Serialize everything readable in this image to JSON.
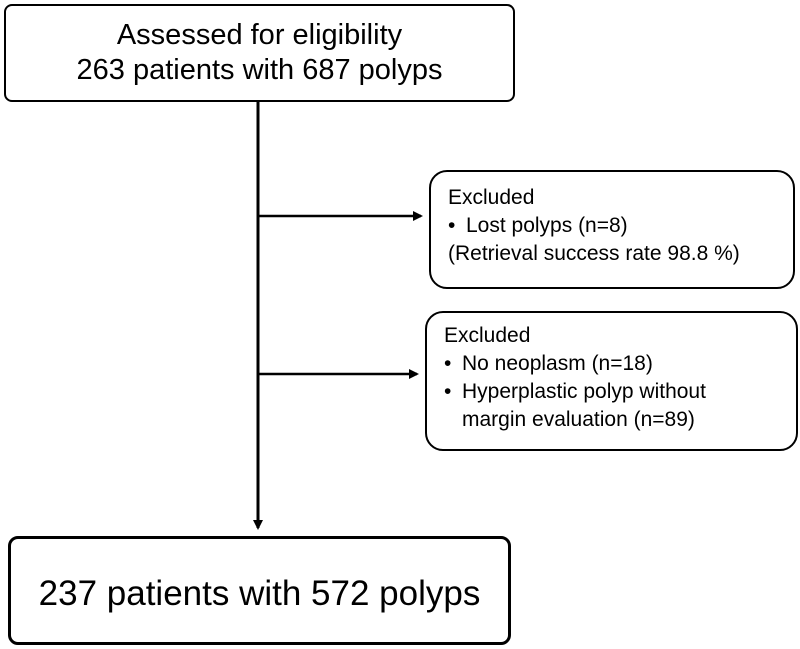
{
  "top_box": {
    "line1": "Assessed for eligibility",
    "line2": "263 patients with 687 polyps"
  },
  "excluded_1": {
    "heading": "Excluded",
    "items": [
      "Lost polyps (n=8)"
    ],
    "note": "(Retrieval success rate 98.8 %)"
  },
  "excluded_2": {
    "heading": "Excluded",
    "items": [
      "No neoplasm (n=18)",
      "Hyperplastic polyp without"
    ],
    "item_continuation": "margin evaluation (n=89)"
  },
  "bottom_box": {
    "text": "237 patients with 572 polyps"
  },
  "bullet_glyph": "•",
  "colors": {
    "line": "#000000",
    "box_border": "#000000",
    "background": "#ffffff"
  }
}
